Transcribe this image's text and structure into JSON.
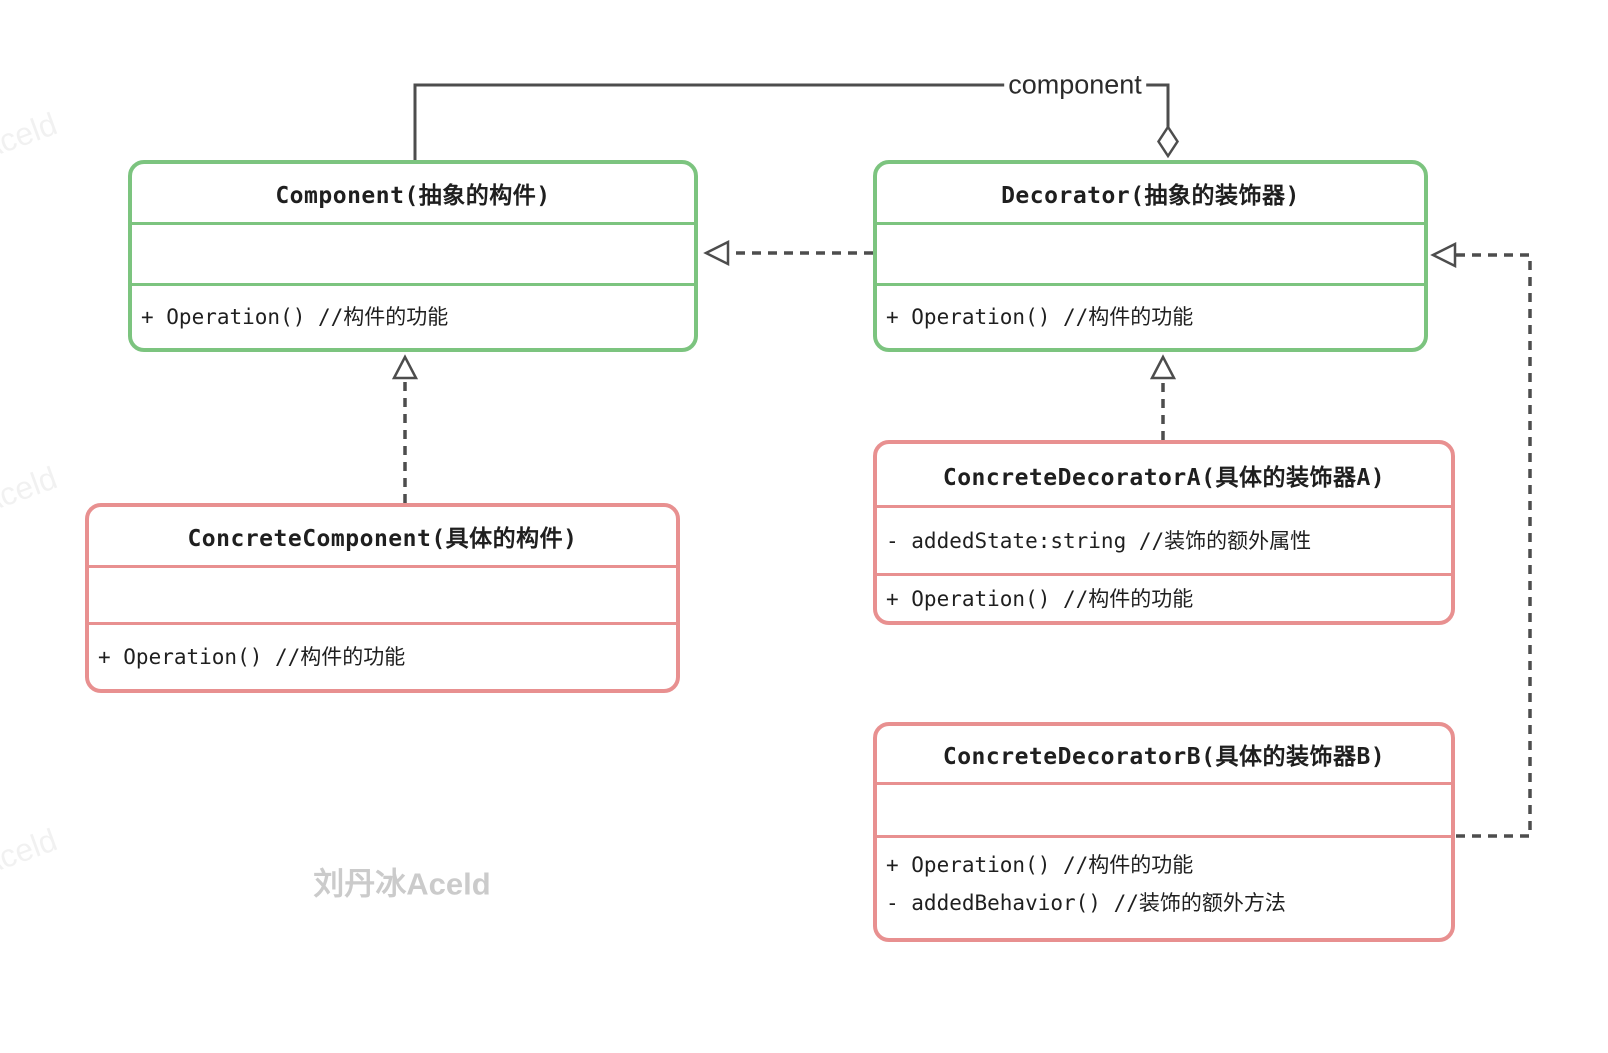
{
  "diagram": {
    "relationship_label": "component",
    "signature_watermark": "刘丹冰Aceld",
    "corner_watermark": "Aceld",
    "colors": {
      "abstract_class_border": "#7cc47f",
      "concrete_class_border": "#e89090",
      "connector": "#4d4d4d",
      "watermark": "#cbcbcb"
    },
    "classes": [
      {
        "name": "Component",
        "title": "Component(抽象的构件)",
        "attributes": [],
        "methods": [
          "+ Operation() //构件的功能"
        ]
      },
      {
        "name": "Decorator",
        "title": "Decorator(抽象的装饰器)",
        "attributes": [],
        "methods": [
          "+ Operation() //构件的功能"
        ]
      },
      {
        "name": "ConcreteComponent",
        "title": "ConcreteComponent(具体的构件)",
        "attributes": [],
        "methods": [
          "+ Operation() //构件的功能"
        ]
      },
      {
        "name": "ConcreteDecoratorA",
        "title": "ConcreteDecoratorA(具体的装饰器A)",
        "attributes": [
          "- addedState:string //装饰的额外属性"
        ],
        "methods": [
          "+ Operation() //构件的功能"
        ]
      },
      {
        "name": "ConcreteDecoratorB",
        "title": "ConcreteDecoratorB(具体的装饰器B)",
        "attributes": [],
        "methods": [
          "+ Operation() //构件的功能",
          "- addedBehavior() //装饰的额外方法"
        ]
      }
    ],
    "relationships": [
      {
        "type": "aggregation",
        "from": "Decorator",
        "to": "Component",
        "label": "component"
      },
      {
        "type": "realization",
        "from": "Decorator",
        "to": "Component",
        "label": ""
      },
      {
        "type": "realization",
        "from": "ConcreteComponent",
        "to": "Component",
        "label": ""
      },
      {
        "type": "realization",
        "from": "ConcreteDecoratorA",
        "to": "Decorator",
        "label": ""
      },
      {
        "type": "realization",
        "from": "ConcreteDecoratorB",
        "to": "Decorator",
        "label": ""
      }
    ]
  }
}
